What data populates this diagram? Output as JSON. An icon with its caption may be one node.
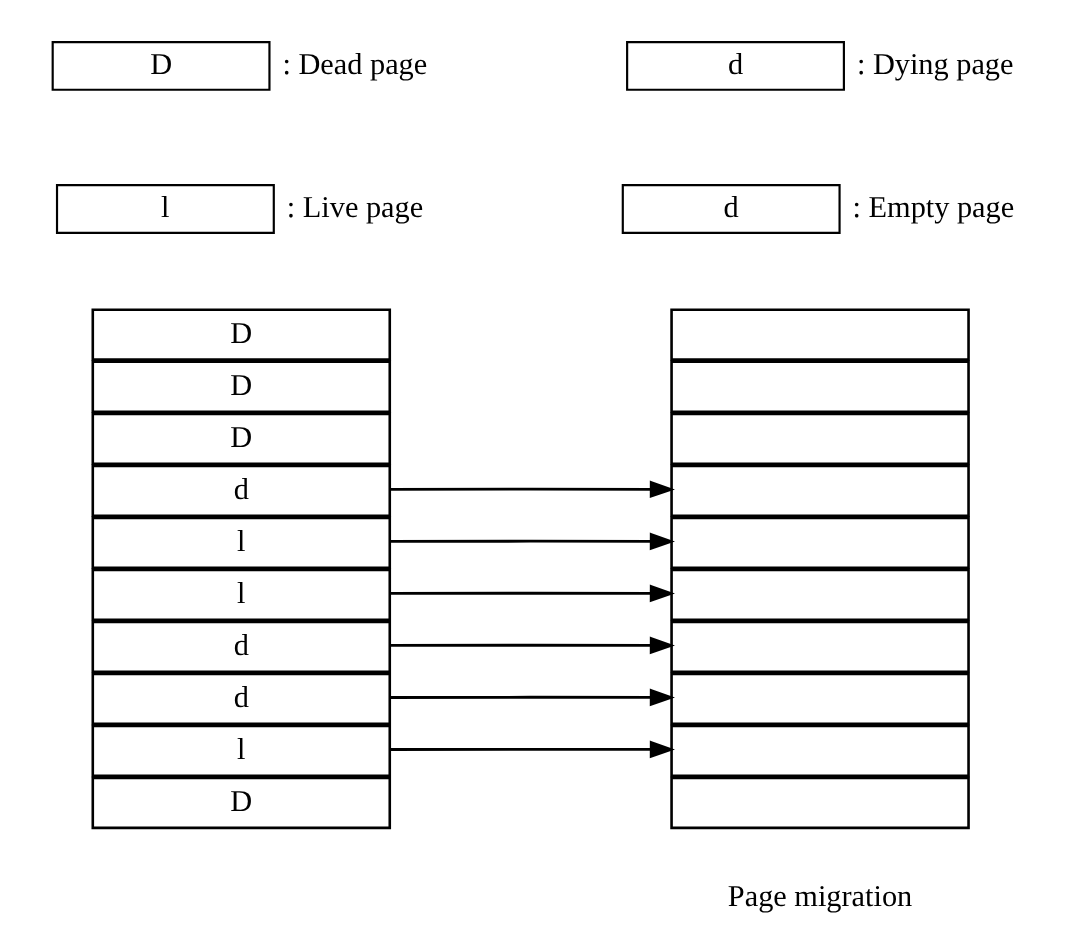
{
  "diagram": {
    "nodes": [
      {
        "text": [
          "D"
        ],
        "beside": [
          ": Dead page"
        ]
      },
      {
        "text": [
          "d"
        ],
        "beside": [
          ": Dying page"
        ]
      },
      {
        "text": [
          "l"
        ],
        "beside": [
          ": Live page"
        ]
      },
      {
        "text": [
          "d"
        ],
        "beside": [
          ": Empty page"
        ]
      },
      {
        "text": [
          "D"
        ]
      },
      {
        "text": [
          "D"
        ]
      },
      {
        "text": [
          "D"
        ]
      },
      {
        "text": [
          "d"
        ]
      },
      {
        "text": [
          "l"
        ]
      },
      {
        "text": [
          "l"
        ]
      },
      {
        "text": [
          "d"
        ]
      },
      {
        "text": [
          "d"
        ]
      },
      {
        "text": [
          "l"
        ]
      },
      {
        "text": [
          "D"
        ]
      },
      {
        "text": [],
        "shape": "box"
      },
      {
        "text": [],
        "shape": "box"
      },
      {
        "text": [],
        "shape": "box"
      },
      {
        "text": [],
        "shape": "box"
      },
      {
        "text": [],
        "shape": "box"
      },
      {
        "text": [],
        "shape": "box"
      },
      {
        "text": [],
        "shape": "box"
      },
      {
        "text": [],
        "shape": "box"
      },
      {
        "text": [],
        "shape": "box"
      },
      {
        "text": [],
        "shape": "box"
      }
    ],
    "edges": [
      {
        "from": 7,
        "to": 17,
        "arrow": "to"
      },
      {
        "from": 8,
        "to": 18,
        "arrow": "to"
      },
      {
        "from": 9,
        "to": 19,
        "arrow": "to"
      },
      {
        "from": 10,
        "to": 20,
        "arrow": "to"
      },
      {
        "from": 11,
        "to": 21,
        "arrow": "to"
      },
      {
        "from": 12,
        "to": 22,
        "arrow": "to"
      }
    ],
    "labels": [
      "Page migration"
    ]
  }
}
